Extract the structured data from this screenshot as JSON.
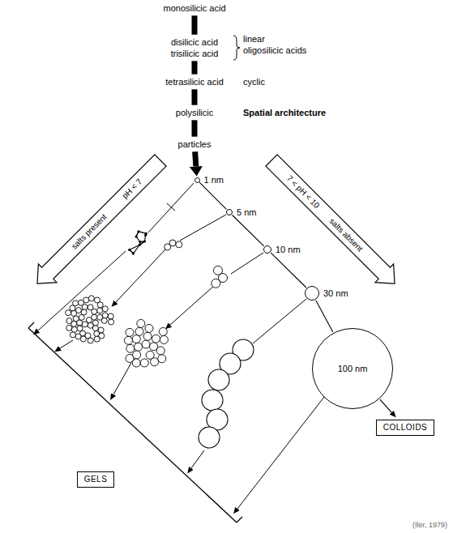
{
  "diagram": {
    "nodes": [
      {
        "text": [
          "monosilicic acid"
        ]
      },
      {
        "text": [
          "disilicic acid"
        ]
      },
      {
        "text": [
          "trisilicic acid"
        ]
      },
      {
        "text": [
          "tetrasilicic acid"
        ]
      },
      {
        "text": [
          "polysilicic"
        ]
      },
      {
        "text": [
          "particles"
        ]
      },
      {
        "text": [
          "1 nm"
        ]
      },
      {
        "text": [
          "5 nm"
        ]
      },
      {
        "text": [
          "10 nm"
        ]
      },
      {
        "text": [
          "30 nm"
        ]
      },
      {
        "text": [
          "100 nm"
        ]
      },
      {
        "text": [
          "COLLOIDS"
        ]
      },
      {
        "text": [
          "GELS"
        ]
      }
    ],
    "edges": [
      {
        "from": 0,
        "to": 1,
        "arrow": "none"
      },
      {
        "from": 2,
        "to": 3,
        "arrow": "none"
      },
      {
        "from": 3,
        "to": 4,
        "arrow": "none"
      },
      {
        "from": 4,
        "to": 5,
        "arrow": "none"
      },
      {
        "from": 5,
        "to": 6,
        "arrow": "to"
      },
      {
        "from": 6,
        "to": 7,
        "arrow": "none"
      },
      {
        "from": 7,
        "to": 8,
        "arrow": "none"
      },
      {
        "from": 8,
        "to": 9,
        "arrow": "none"
      },
      {
        "from": 9,
        "to": 10,
        "arrow": "none"
      },
      {
        "from": 10,
        "to": 11,
        "arrow": "to"
      }
    ],
    "labels": [
      "linear",
      "oligosilicic acids",
      "cyclic",
      "Spatial architecture",
      "pH < 7",
      "salts present",
      "7 < pH < 10",
      "salts absent",
      "(Iler, 1979)"
    ]
  }
}
